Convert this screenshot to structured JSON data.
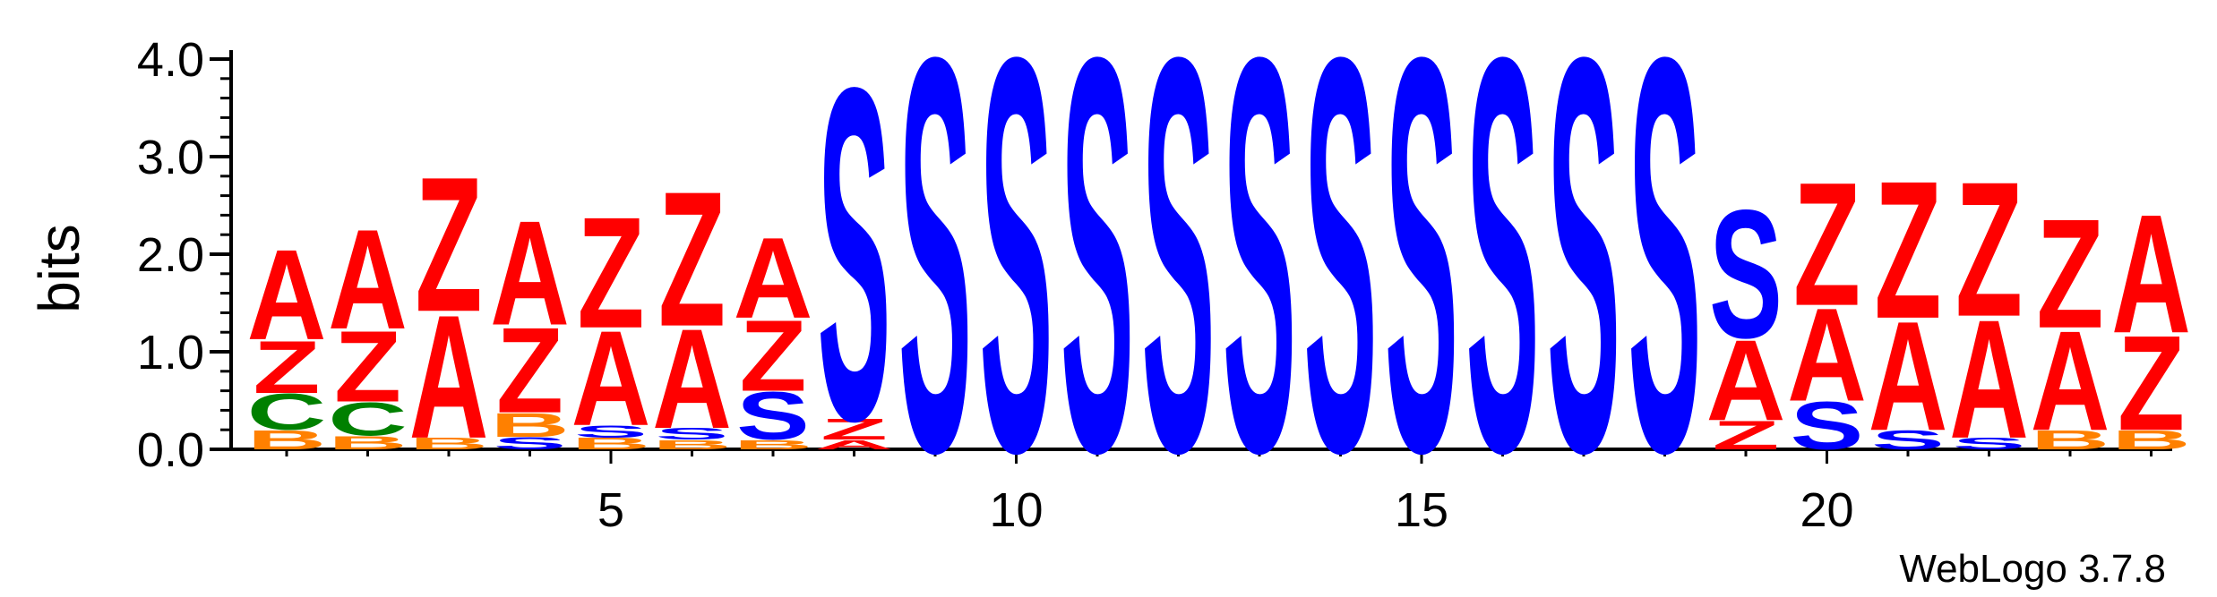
{
  "chart_data": {
    "type": "sequence-logo",
    "ylabel": "bits",
    "ylim": [
      0,
      4.0
    ],
    "y_ticks": [
      "0.0",
      "1.0",
      "2.0",
      "3.0",
      "4.0"
    ],
    "x_tick_labels": [
      "5",
      "10",
      "15",
      "20"
    ],
    "x_tick_positions": [
      5,
      10,
      15,
      20
    ],
    "positions": [
      1,
      24
    ],
    "credit": "WebLogo 3.7.8",
    "colors": {
      "A": "#ff0000",
      "Z": "#ff0000",
      "S": "#0000ff",
      "C": "#008000",
      "B": "#ff8000"
    },
    "stacks": [
      {
        "pos": 1,
        "letters": [
          {
            "l": "B",
            "h": 0.2
          },
          {
            "l": "C",
            "h": 0.38
          },
          {
            "l": "Z",
            "h": 0.55
          },
          {
            "l": "A",
            "h": 0.95
          }
        ]
      },
      {
        "pos": 2,
        "letters": [
          {
            "l": "B",
            "h": 0.14
          },
          {
            "l": "C",
            "h": 0.35
          },
          {
            "l": "Z",
            "h": 0.75
          },
          {
            "l": "A",
            "h": 1.05
          }
        ]
      },
      {
        "pos": 3,
        "letters": [
          {
            "l": "B",
            "h": 0.12
          },
          {
            "l": "A",
            "h": 1.3
          },
          {
            "l": "Z",
            "h": 1.42
          }
        ]
      },
      {
        "pos": 4,
        "letters": [
          {
            "l": "S",
            "h": 0.13
          },
          {
            "l": "B",
            "h": 0.25
          },
          {
            "l": "Z",
            "h": 0.9
          },
          {
            "l": "A",
            "h": 1.1
          }
        ]
      },
      {
        "pos": 5,
        "letters": [
          {
            "l": "B",
            "h": 0.12
          },
          {
            "l": "S",
            "h": 0.13
          },
          {
            "l": "A",
            "h": 1.0
          },
          {
            "l": "Z",
            "h": 1.17
          }
        ]
      },
      {
        "pos": 6,
        "letters": [
          {
            "l": "B",
            "h": 0.1
          },
          {
            "l": "S",
            "h": 0.12
          },
          {
            "l": "A",
            "h": 1.05
          },
          {
            "l": "Z",
            "h": 1.42
          }
        ]
      },
      {
        "pos": 7,
        "letters": [
          {
            "l": "B",
            "h": 0.1
          },
          {
            "l": "S",
            "h": 0.5
          },
          {
            "l": "Z",
            "h": 0.75
          },
          {
            "l": "A",
            "h": 0.85
          }
        ]
      },
      {
        "pos": 8,
        "letters": [
          {
            "l": "A",
            "h": 0.1
          },
          {
            "l": "Z",
            "h": 0.22
          },
          {
            "l": "S",
            "h": 3.5
          }
        ]
      },
      {
        "pos": 9,
        "letters": [
          {
            "l": "S",
            "h": 4.15
          }
        ]
      },
      {
        "pos": 10,
        "letters": [
          {
            "l": "S",
            "h": 4.15
          }
        ]
      },
      {
        "pos": 11,
        "letters": [
          {
            "l": "S",
            "h": 4.15
          }
        ]
      },
      {
        "pos": 12,
        "letters": [
          {
            "l": "S",
            "h": 4.15
          }
        ]
      },
      {
        "pos": 13,
        "letters": [
          {
            "l": "S",
            "h": 4.15
          }
        ]
      },
      {
        "pos": 14,
        "letters": [
          {
            "l": "S",
            "h": 4.15
          }
        ]
      },
      {
        "pos": 15,
        "letters": [
          {
            "l": "S",
            "h": 4.15
          }
        ]
      },
      {
        "pos": 16,
        "letters": [
          {
            "l": "S",
            "h": 4.15
          }
        ]
      },
      {
        "pos": 17,
        "letters": [
          {
            "l": "S",
            "h": 4.15
          }
        ]
      },
      {
        "pos": 18,
        "letters": [
          {
            "l": "S",
            "h": 4.15
          }
        ]
      },
      {
        "pos": 19,
        "letters": [
          {
            "l": "Z",
            "h": 0.3
          },
          {
            "l": "A",
            "h": 0.85
          },
          {
            "l": "S",
            "h": 1.35
          }
        ]
      },
      {
        "pos": 20,
        "letters": [
          {
            "l": "S",
            "h": 0.5
          },
          {
            "l": "A",
            "h": 0.98
          },
          {
            "l": "Z",
            "h": 1.3
          }
        ]
      },
      {
        "pos": 21,
        "letters": [
          {
            "l": "S",
            "h": 0.2
          },
          {
            "l": "A",
            "h": 1.15
          },
          {
            "l": "Z",
            "h": 1.45
          }
        ]
      },
      {
        "pos": 22,
        "letters": [
          {
            "l": "S",
            "h": 0.12
          },
          {
            "l": "A",
            "h": 1.25
          },
          {
            "l": "Z",
            "h": 1.42
          }
        ]
      },
      {
        "pos": 23,
        "letters": [
          {
            "l": "B",
            "h": 0.2
          },
          {
            "l": "A",
            "h": 1.05
          },
          {
            "l": "Z",
            "h": 1.15
          }
        ]
      },
      {
        "pos": 24,
        "letters": [
          {
            "l": "B",
            "h": 0.2
          },
          {
            "l": "Z",
            "h": 1.0
          },
          {
            "l": "A",
            "h": 1.25
          }
        ]
      }
    ]
  }
}
